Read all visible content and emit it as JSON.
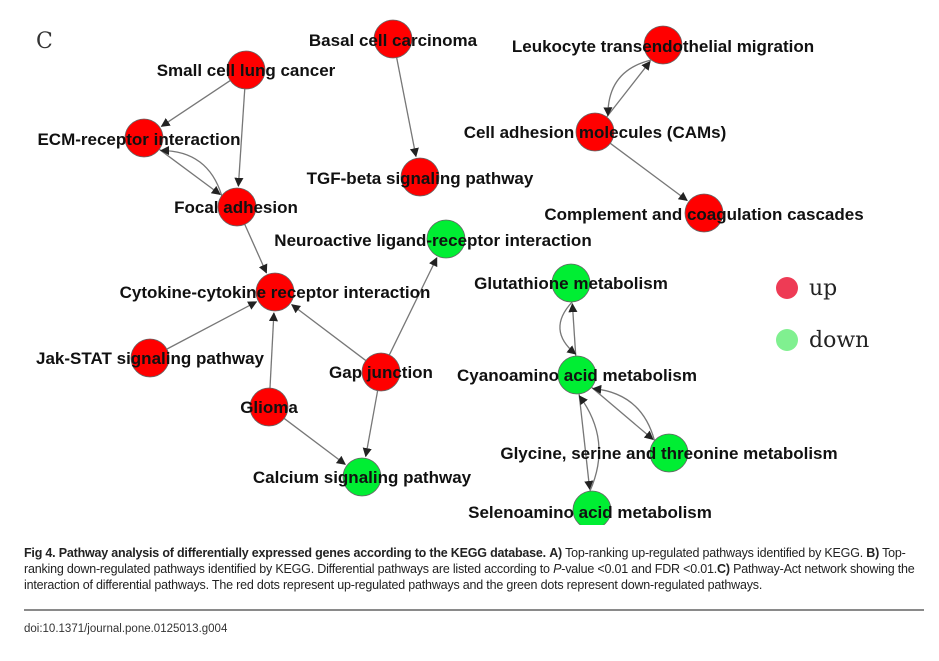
{
  "figure": {
    "panel_label": "C",
    "colors": {
      "up": "#ff0000",
      "down": "#00ee33",
      "legend_up": "#ee3b55",
      "legend_down": "#80f090",
      "edge": "#777777"
    },
    "legend": [
      {
        "key": "up",
        "label": "up"
      },
      {
        "key": "down",
        "label": "down"
      }
    ],
    "nodes": [
      {
        "id": "basal",
        "label": "Basal cell carcinoma",
        "status": "up"
      },
      {
        "id": "sclc",
        "label": "Small cell lung cancer",
        "status": "up"
      },
      {
        "id": "ecm",
        "label": "ECM-receptor interaction",
        "status": "up"
      },
      {
        "id": "focal",
        "label": "Focal adhesion",
        "status": "up"
      },
      {
        "id": "tgf",
        "label": "TGF-beta signaling pathway",
        "status": "up"
      },
      {
        "id": "leuko",
        "label": "Leukocyte transendothelial migration",
        "status": "up"
      },
      {
        "id": "cams",
        "label": "Cell adhesion molecules (CAMs)",
        "status": "up"
      },
      {
        "id": "compl",
        "label": "Complement and coagulation cascades",
        "status": "up"
      },
      {
        "id": "neuro",
        "label": "Neuroactive ligand-receptor interaction",
        "status": "down"
      },
      {
        "id": "cyto",
        "label": "Cytokine-cytokine receptor interaction",
        "status": "up"
      },
      {
        "id": "jak",
        "label": "Jak-STAT signaling pathway",
        "status": "up"
      },
      {
        "id": "gap",
        "label": "Gap junction",
        "status": "up"
      },
      {
        "id": "glioma",
        "label": "Glioma",
        "status": "up"
      },
      {
        "id": "calcium",
        "label": "Calcium signaling pathway",
        "status": "down"
      },
      {
        "id": "gluta",
        "label": "Glutathione metabolism",
        "status": "down"
      },
      {
        "id": "cyano",
        "label": "Cyanoamino acid metabolism",
        "status": "down"
      },
      {
        "id": "glycine",
        "label": "Glycine, serine and threonine metabolism",
        "status": "down"
      },
      {
        "id": "seleno",
        "label": "Selenoamino acid metabolism",
        "status": "down"
      }
    ],
    "edges": [
      {
        "from": "sclc",
        "to": "ecm"
      },
      {
        "from": "sclc",
        "to": "focal"
      },
      {
        "from": "ecm",
        "to": "focal"
      },
      {
        "from": "focal",
        "to": "ecm",
        "curved": true
      },
      {
        "from": "focal",
        "to": "cyto"
      },
      {
        "from": "basal",
        "to": "tgf"
      },
      {
        "from": "cams",
        "to": "leuko"
      },
      {
        "from": "leuko",
        "to": "cams",
        "curved": true
      },
      {
        "from": "cams",
        "to": "compl"
      },
      {
        "from": "jak",
        "to": "cyto"
      },
      {
        "from": "glioma",
        "to": "cyto"
      },
      {
        "from": "gap",
        "to": "cyto"
      },
      {
        "from": "gap",
        "to": "neuro"
      },
      {
        "from": "gap",
        "to": "calcium"
      },
      {
        "from": "glioma",
        "to": "calcium"
      },
      {
        "from": "cyano",
        "to": "gluta"
      },
      {
        "from": "gluta",
        "to": "cyano",
        "curved": true
      },
      {
        "from": "cyano",
        "to": "glycine"
      },
      {
        "from": "glycine",
        "to": "cyano",
        "curved": true
      },
      {
        "from": "cyano",
        "to": "seleno"
      },
      {
        "from": "seleno",
        "to": "cyano",
        "curved": true
      }
    ]
  },
  "caption": {
    "fig_label": "Fig 4. Pathway analysis of differentially expressed genes according to the KEGG database.",
    "a_label": "A)",
    "a_text": " Top-ranking up-regulated pathways identified by KEGG. ",
    "b_label": "B)",
    "b_text": " Top-ranking down-regulated pathways identified by KEGG. Differential pathways are listed according to ",
    "p_italic": "P",
    "b_text2": "-value <0.01 and FDR <0.01.",
    "c_label": "C)",
    "c_text": " Pathway-Act network showing the interaction of differential pathways. The red dots represent up-regulated pathways and the green dots represent down-regulated pathways.",
    "doi": "doi:10.1371/journal.pone.0125013.g004"
  }
}
